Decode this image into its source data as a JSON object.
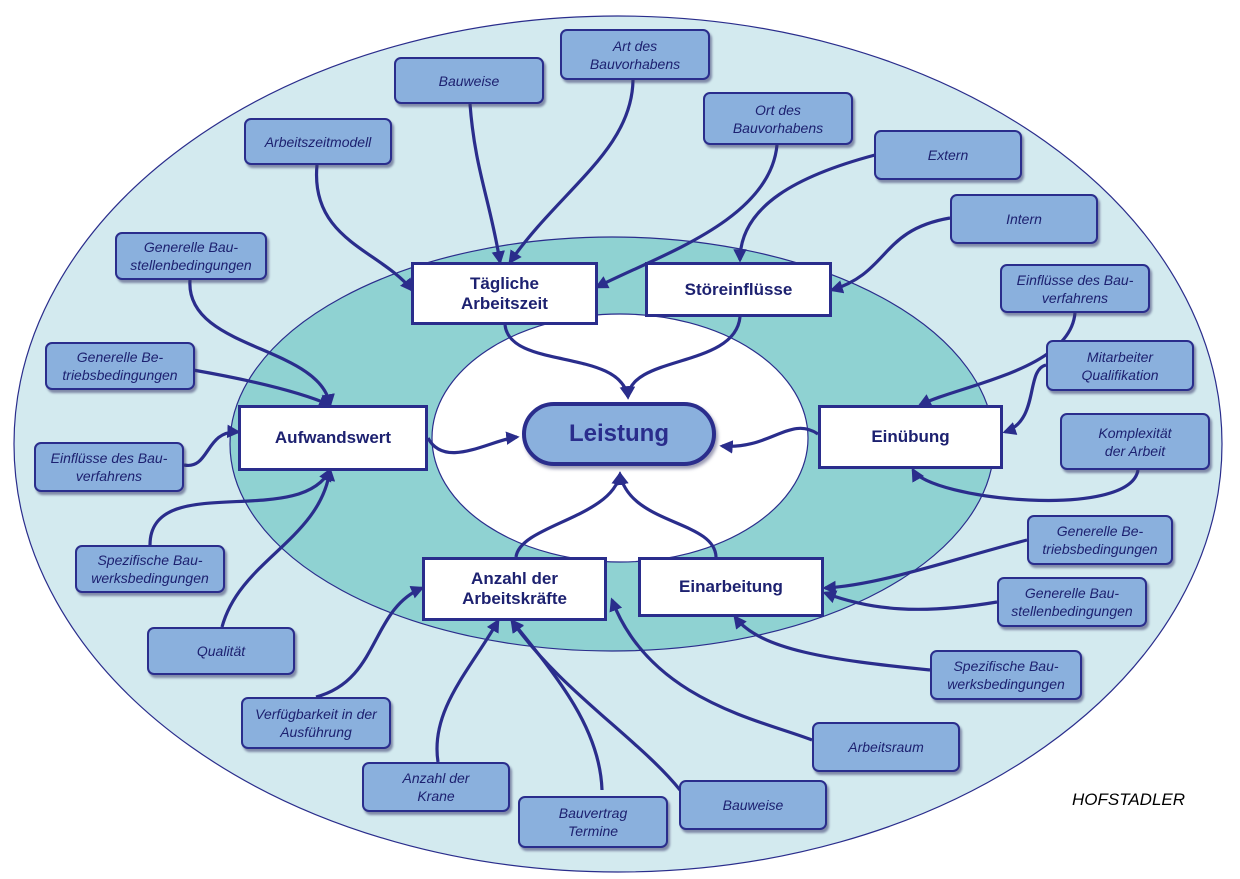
{
  "colors": {
    "outer_ring": "#d3eaef",
    "middle_ring": "#8fd2d2",
    "inner": "#ffffff",
    "box_fill": "#8ab0dd",
    "stroke": "#2a2d8c",
    "text": "#1d2170"
  },
  "center": {
    "label": "Leistung"
  },
  "categories": {
    "taegliche_arbeitszeit": "Tägliche\nArbeitszeit",
    "stoereinfluesse": "Störeinflüsse",
    "aufwandswert": "Aufwandswert",
    "einuebung": "Einübung",
    "anzahl_arbeitskraefte": "Anzahl der\nArbeitskräfte",
    "einarbeitung": "Einarbeitung"
  },
  "factors": {
    "art_des_bauvorhabens": "Art des\nBauvorhabens",
    "bauweise_top": "Bauweise",
    "ort_des_bauvorhabens": "Ort des\nBauvorhabens",
    "arbeitszeitmodell": "Arbeitszeitmodell",
    "extern": "Extern",
    "intern": "Intern",
    "generelle_baustellenbedingungen_left": "Generelle Bau-\nstellenbedingungen",
    "einfluesse_bauverfahrens_right": "Einflüsse des Bau-\nverfahrens",
    "generelle_betriebsbedingungen_left": "Generelle Be-\ntriebsbedingungen",
    "mitarbeiter_qualifikation": "Mitarbeiter\nQualifikation",
    "komplexitaet_der_arbeit": "Komplexität\nder Arbeit",
    "einfluesse_bauverfahrens_left": "Einflüsse des Bau-\nverfahrens",
    "spezifische_bauwerksbedingungen_left": "Spezifische Bau-\nwerksbedingungen",
    "generelle_betriebsbedingungen_right": "Generelle Be-\ntriebsbedingungen",
    "generelle_baustellenbedingungen_right": "Generelle Bau-\nstellenbedingungen",
    "qualitaet": "Qualität",
    "spezifische_bauwerksbedingungen_right": "Spezifische Bau-\nwerksbedingungen",
    "verfuegbarkeit_ausfuehrung": "Verfügbarkeit in der\nAusführung",
    "arbeitsraum": "Arbeitsraum",
    "anzahl_der_krane": "Anzahl der\nKrane",
    "bauvertrag_termine": "Bauvertrag\nTermine",
    "bauweise_bottom": "Bauweise"
  },
  "credit": "HOFSTADLER"
}
